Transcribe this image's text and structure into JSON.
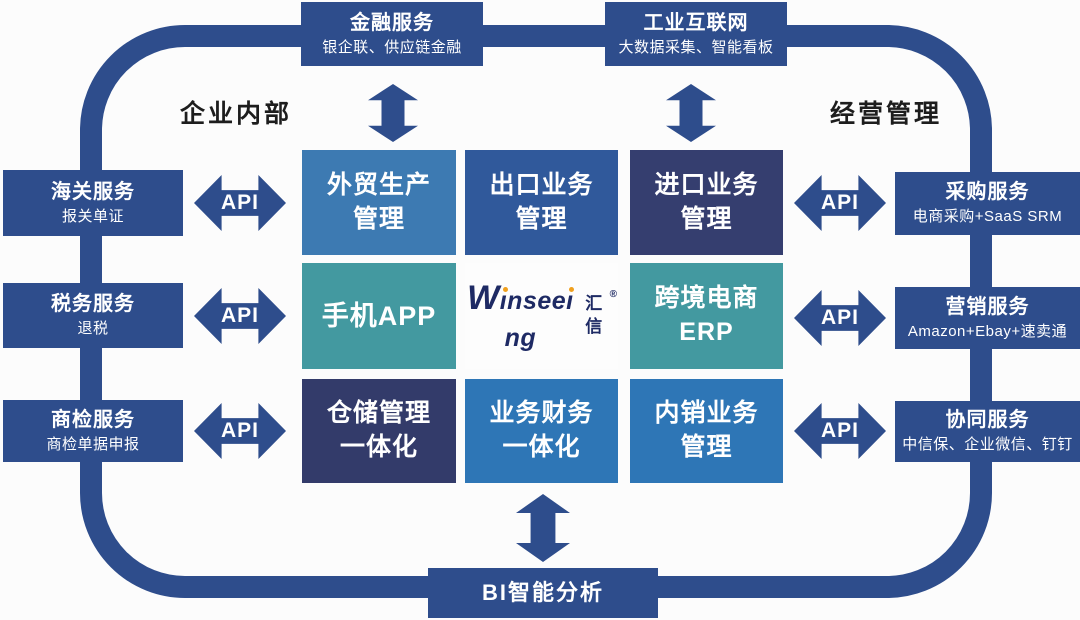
{
  "section_labels": {
    "left": "企业内部",
    "right": "经营管理"
  },
  "api_label": "API",
  "top_nodes": [
    {
      "title": "金融服务",
      "subtitle": "银企联、供应链金融"
    },
    {
      "title": "工业互联网",
      "subtitle": "大数据采集、智能看板"
    }
  ],
  "left_nodes": [
    {
      "title": "海关服务",
      "subtitle": "报关单证"
    },
    {
      "title": "税务服务",
      "subtitle": "退税"
    },
    {
      "title": "商检服务",
      "subtitle": "商检单据申报"
    }
  ],
  "right_nodes": [
    {
      "title": "采购服务",
      "subtitle": "电商采购+SaaS SRM"
    },
    {
      "title": "营销服务",
      "subtitle": "Amazon+Ebay+速卖通"
    },
    {
      "title": "协同服务",
      "subtitle": "中信保、企业微信、钉钉"
    }
  ],
  "grid_cells": [
    {
      "line1": "外贸生产",
      "line2": "管理"
    },
    {
      "line1": "出口业务",
      "line2": "管理"
    },
    {
      "line1": "进口业务",
      "line2": "管理"
    },
    {
      "line1": "手机APP",
      "line2": ""
    },
    {
      "line1": "跨境电商",
      "line2": "ERP"
    },
    {
      "line1": "仓储管理",
      "line2": "一体化"
    },
    {
      "line1": "业务财务",
      "line2": "一体化"
    },
    {
      "line1": "内销业务",
      "line2": "管理"
    }
  ],
  "logo": {
    "brand": "Winseeing",
    "cn": "汇信",
    "reg": "®"
  },
  "bottom_node": {
    "title": "BI智能分析"
  },
  "colors": {
    "primary_blue": "#2e4d8c",
    "steel_blue": "#3d7ab2",
    "medium_blue": "#30599b",
    "navy": "#353e6f",
    "navy2": "#333b6a",
    "teal": "#4399a0",
    "bright_blue": "#2e76b6",
    "logo_navy": "#1e2a64",
    "logo_accent_orange": "#f0a01e",
    "label_black": "#1d1d1d"
  }
}
